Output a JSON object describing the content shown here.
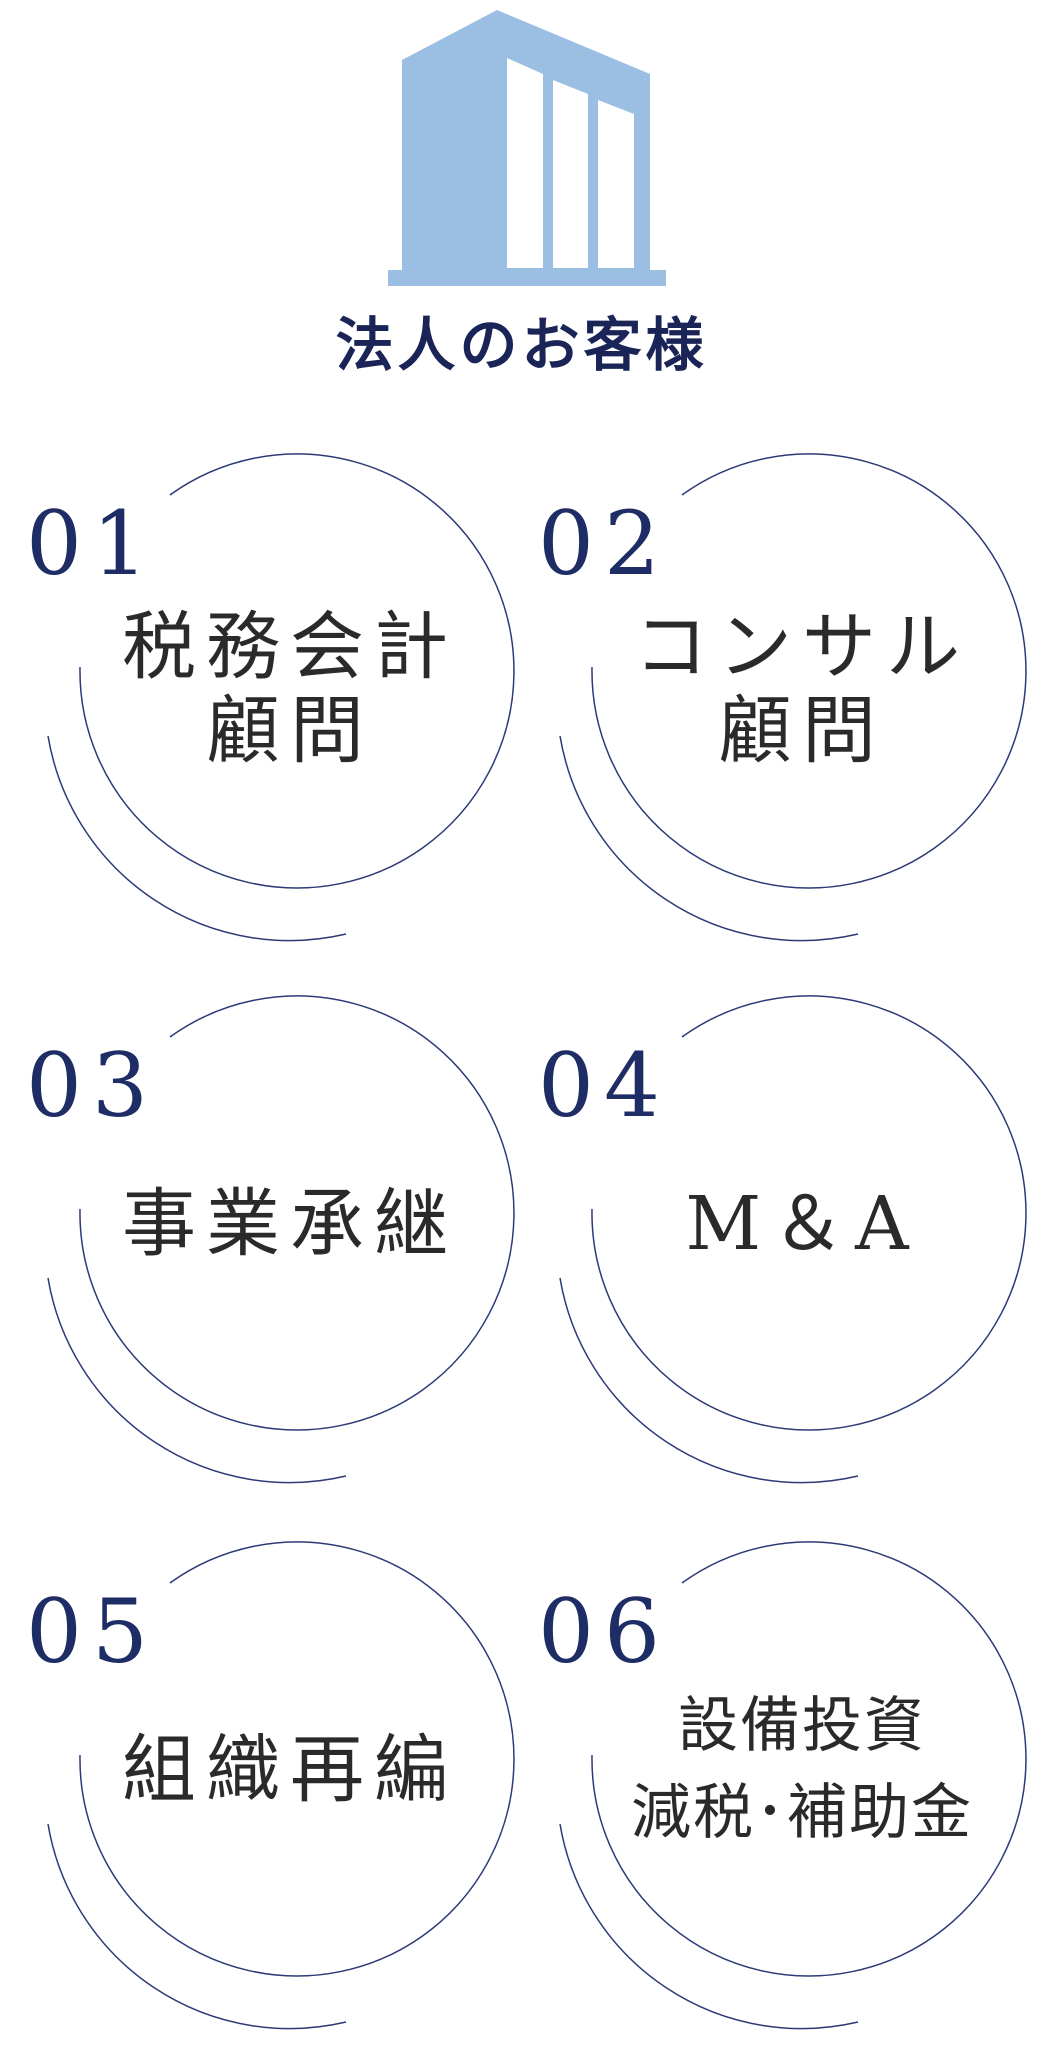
{
  "header": {
    "icon": "building-icon",
    "title": "法人のお客様"
  },
  "colors": {
    "title": "#1b2457",
    "number": "#1f2d66",
    "label": "#2a2a2a",
    "ring": "#2d3a78",
    "icon": "#9bbfe2"
  },
  "services": [
    {
      "number": "01",
      "label_lines": [
        "税務会計",
        "顧問"
      ]
    },
    {
      "number": "02",
      "label_lines": [
        "コンサル",
        "顧問"
      ]
    },
    {
      "number": "03",
      "label_lines": [
        "事業承継"
      ]
    },
    {
      "number": "04",
      "label_lines": [
        "M＆A"
      ]
    },
    {
      "number": "05",
      "label_lines": [
        "組織再編"
      ]
    },
    {
      "number": "06",
      "label_lines": [
        "設備投資",
        "減税･補助金"
      ]
    }
  ]
}
